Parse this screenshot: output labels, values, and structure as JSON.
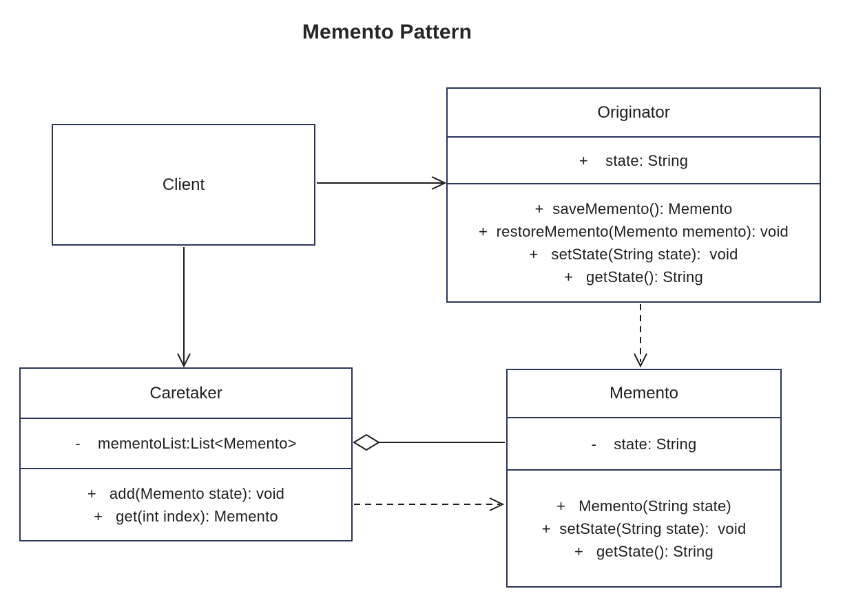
{
  "title": "Memento Pattern",
  "colors": {
    "background": "#ffffff",
    "box_border": "#2b355e",
    "connector_line": "#1c1c1c",
    "text": "#1f1f1f"
  },
  "nodes": {
    "client": {
      "label": "Client"
    },
    "originator": {
      "name": "Originator",
      "attributes": [
        "+    state: String"
      ],
      "methods": [
        "+  saveMemento(): Memento",
        "+  restoreMemento(Memento memento): void",
        "+   setState(String state):  void",
        "+   getState(): String"
      ]
    },
    "caretaker": {
      "name": "Caretaker",
      "attributes": [
        "-    mementoList:List<Memento>"
      ],
      "methods": [
        "+   add(Memento state): void",
        "+   get(int index): Memento"
      ]
    },
    "memento": {
      "name": "Memento",
      "attributes": [
        "-    state: String"
      ],
      "methods": [
        "+   Memento(String state)",
        "+  setState(String state):  void",
        "+   getState(): String"
      ]
    }
  },
  "relationships": [
    {
      "from": "Client",
      "to": "Originator",
      "type": "association",
      "line": "solid",
      "head": "open-arrow"
    },
    {
      "from": "Client",
      "to": "Caretaker",
      "type": "association",
      "line": "solid",
      "head": "open-arrow"
    },
    {
      "from": "Originator",
      "to": "Memento",
      "type": "dependency",
      "line": "dashed",
      "head": "open-arrow"
    },
    {
      "from": "Caretaker",
      "to": "Memento",
      "type": "aggregation",
      "line": "solid",
      "head": "open-diamond-at-caretaker"
    },
    {
      "from": "Caretaker",
      "to": "Memento",
      "type": "dependency",
      "line": "dashed",
      "head": "open-arrow"
    }
  ]
}
